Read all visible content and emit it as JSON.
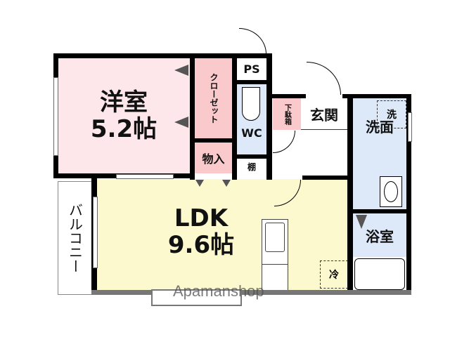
{
  "floorplan": {
    "rooms": {
      "western_room": {
        "name": "洋室",
        "size": "5.2帖",
        "color": "#fde7ea"
      },
      "closet": {
        "name": "クローゼット",
        "color": "#f9c9cc"
      },
      "storage": {
        "name": "物入",
        "color": "#f9c9cc"
      },
      "ps": {
        "name": "PS"
      },
      "wc": {
        "name": "WC",
        "color": "#dde9f8"
      },
      "shelf": {
        "name": "棚"
      },
      "shoe_box": {
        "name": "下駄箱",
        "color": "#f9c9cc"
      },
      "entrance": {
        "name": "玄関"
      },
      "washroom": {
        "name": "洗面",
        "color": "#dde9f8"
      },
      "washer": {
        "name": "洗"
      },
      "bathroom": {
        "name": "浴室",
        "color": "#dde9f8"
      },
      "ldk": {
        "name": "LDK",
        "size": "9.6帖",
        "color": "#fdf9cf"
      },
      "fridge": {
        "name": "冷"
      },
      "balcony": {
        "name": "バルコニー"
      }
    },
    "watermark": "Apamanshop"
  }
}
